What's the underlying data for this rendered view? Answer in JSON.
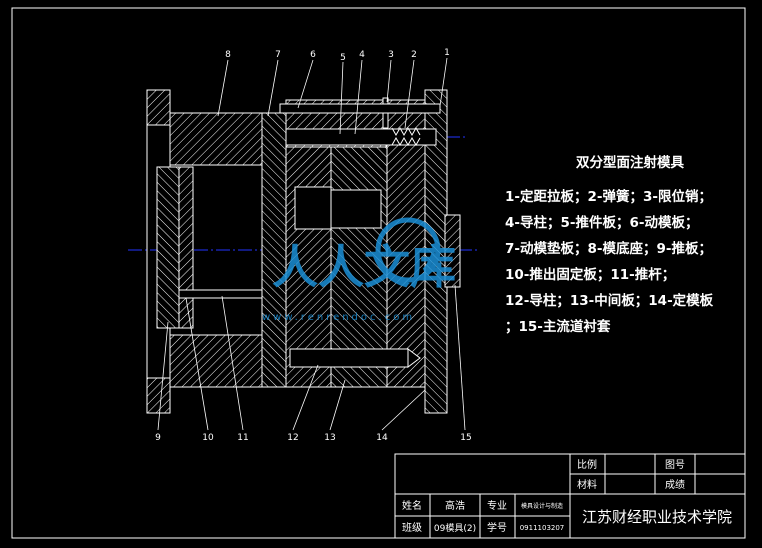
{
  "title": "双分型面注射模具",
  "parts_legend": [
    "1-定距拉板；2-弹簧；3-限位销；",
    " 4-导柱；5-推件板；6-动模板；",
    "7-动模垫板；8-模底座；9-推板；",
    "10-推出固定板；11-推杆；",
    "12-导柱；13-中间板；14-定模板",
    "；15-主流道衬套"
  ],
  "callouts": {
    "top": [
      "8",
      "7",
      "6",
      "5",
      "4",
      "3",
      "2",
      "1"
    ],
    "bottom": [
      "9",
      "10",
      "11",
      "12",
      "13",
      "14",
      "15"
    ]
  },
  "watermark": {
    "text": "人人文库",
    "url": "www.renrendoc.com"
  },
  "title_block": {
    "ratio_label": "比例",
    "drawing_no_label": "图号",
    "material_label": "材料",
    "score_label": "成绩",
    "name_label": "姓名",
    "name_value": "高浩",
    "major_label": "专业",
    "major_value": "模具设计与制造",
    "class_label": "班级",
    "class_value": "09模具(2)",
    "student_id_label": "学号",
    "student_id_value": "0911103207",
    "school": "江苏财经职业技术学院"
  },
  "colors": {
    "background": "#000000",
    "line": "#ffffff",
    "centerline": "#2233ff",
    "watermark": "#1a8fd6"
  }
}
